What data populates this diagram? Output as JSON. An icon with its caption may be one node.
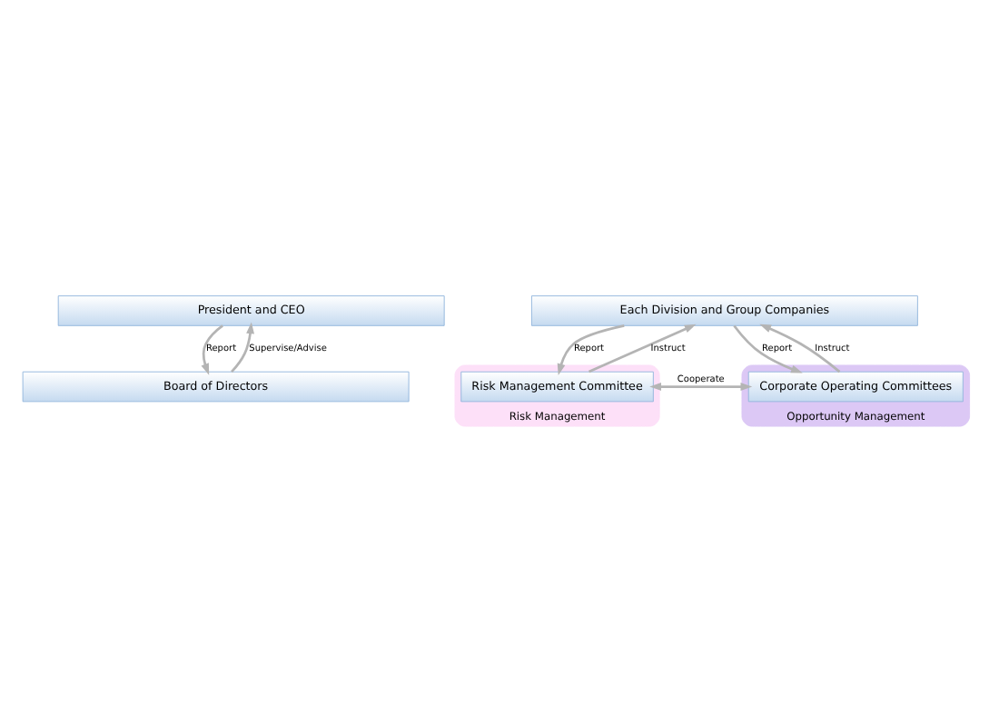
{
  "diagram": {
    "nodes": [
      {
        "text": [
          "Board of Directors"
        ]
      },
      {
        "text": [
          "Risk Management"
        ]
      },
      {
        "text": [
          "Opportunity Management"
        ]
      },
      {
        "text": [
          "President and CEO"
        ]
      },
      {
        "text": [
          "Risk Management Committee"
        ],
        "in": 1
      },
      {
        "text": [
          "Corporate Operating Committees"
        ],
        "in": 2
      },
      {
        "text": [
          "Each Division and Group Companies"
        ]
      }
    ],
    "edges": [
      {
        "from": 3,
        "to": 0,
        "arrow": "to",
        "label": "Report"
      },
      {
        "from": 0,
        "to": 3,
        "arrow": "to",
        "label": "Supervise/Advise"
      },
      {
        "from": 4,
        "to": 5,
        "arrow": "both",
        "label": "Cooperate"
      },
      {
        "from": 6,
        "to": 4,
        "arrow": "to",
        "label": "Report"
      },
      {
        "from": 4,
        "to": 6,
        "arrow": "to",
        "label": "Instruct"
      },
      {
        "from": 6,
        "to": 5,
        "arrow": "to",
        "label": "Report"
      },
      {
        "from": 5,
        "to": 6,
        "arrow": "to",
        "label": "Instruct"
      }
    ]
  }
}
